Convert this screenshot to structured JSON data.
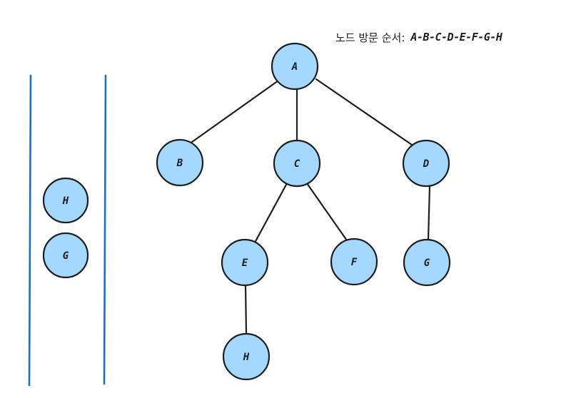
{
  "caption": {
    "label": "노드 방문 순서:",
    "order": "A-B-C-D-E-F-G-H"
  },
  "colors": {
    "node_fill": "#a5d8ff",
    "stroke": "#1e1e1e",
    "stack_wall": "#1971c2"
  },
  "stack": {
    "items": [
      {
        "label": "H"
      },
      {
        "label": "G"
      }
    ]
  },
  "tree": {
    "nodes": [
      {
        "id": "A",
        "label": "A"
      },
      {
        "id": "B",
        "label": "B"
      },
      {
        "id": "C",
        "label": "C"
      },
      {
        "id": "D",
        "label": "D"
      },
      {
        "id": "E",
        "label": "E"
      },
      {
        "id": "F",
        "label": "F"
      },
      {
        "id": "G",
        "label": "G"
      },
      {
        "id": "H",
        "label": "H"
      }
    ],
    "edges": [
      [
        "A",
        "B"
      ],
      [
        "A",
        "C"
      ],
      [
        "A",
        "D"
      ],
      [
        "C",
        "E"
      ],
      [
        "C",
        "F"
      ],
      [
        "D",
        "G"
      ],
      [
        "E",
        "H"
      ]
    ]
  }
}
